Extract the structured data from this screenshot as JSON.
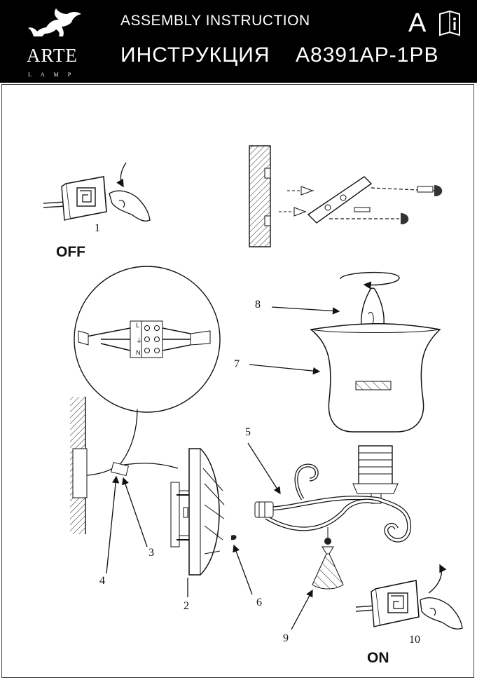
{
  "header": {
    "brand": "ARTE",
    "brand_sub": "LAMP",
    "title_en": "ASSEMBLY INSTRUCTION",
    "title_ru": "ИНСТРУКЦИЯ",
    "model": "A8391AP-1PB",
    "lang_letter": "A",
    "info_icon": "book-info-icon"
  },
  "labels": {
    "step1": "1",
    "off": "OFF",
    "n2": "2",
    "n3": "3",
    "n4": "4",
    "n5": "5",
    "n6": "6",
    "n7": "7",
    "n8": "8",
    "n9": "9",
    "n10": "10",
    "on": "ON",
    "terminal_l": "L",
    "terminal_n": "N"
  }
}
